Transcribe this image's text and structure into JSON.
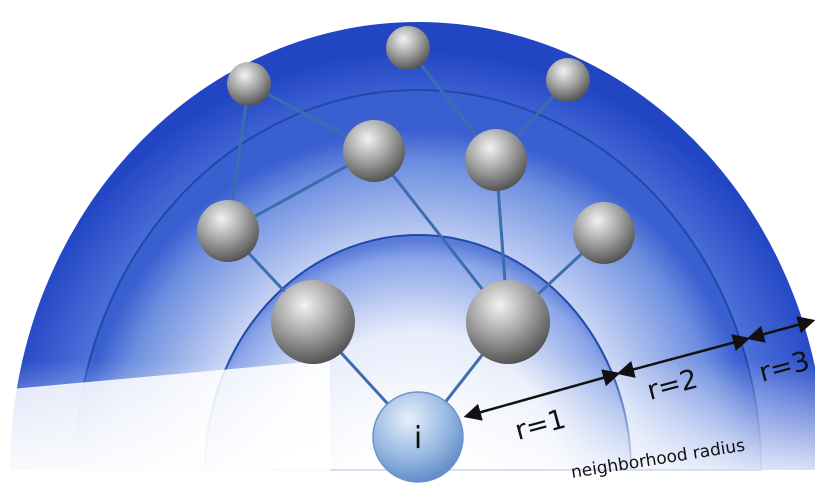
{
  "center_node": {
    "label": "i"
  },
  "radii": [
    {
      "label": "r=1"
    },
    {
      "label": "r=2"
    },
    {
      "label": "r=3"
    }
  ],
  "caption": "neighborhood radius",
  "colors": {
    "ring_blue": "#2e57d4",
    "ring_light": "#e9eefc",
    "node_gray": "#8a8a8a",
    "center_node": "#8fb3df",
    "edge": "#3d6db0"
  }
}
